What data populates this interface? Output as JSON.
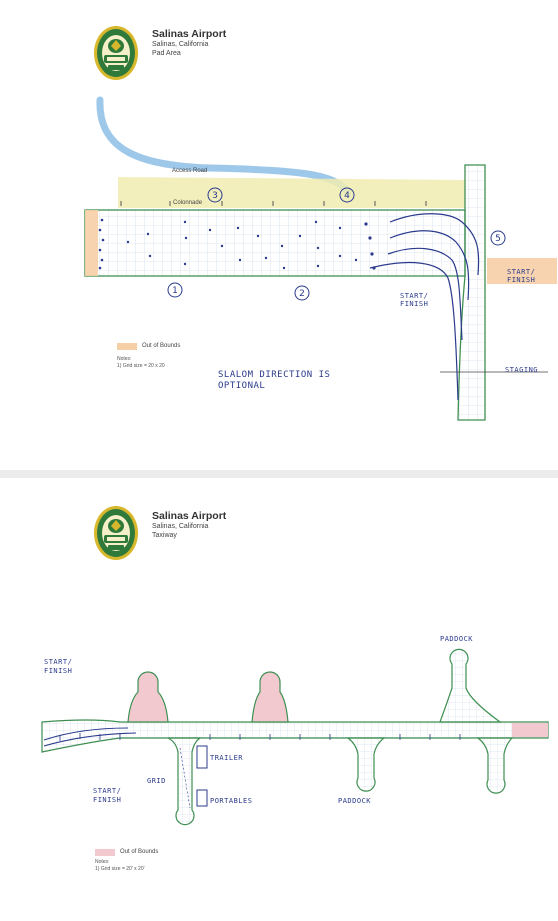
{
  "colors": {
    "paved": "#e3f4dc",
    "grid_line": "#c2d6e6",
    "edge": "#3e8f52",
    "access_road": "#9ec8ea",
    "colonnade": "#f0ecb0",
    "out_of_bounds_pad": "#f6cfa6",
    "out_of_bounds_taxi": "#f2c9cf",
    "handwriting": "#2b3a8c",
    "logo_green": "#2f7a3a",
    "logo_gold": "#d8b72c"
  },
  "pad_map": {
    "logo_icon": "lotus-club-logo-icon",
    "title": "Salinas Airport",
    "subtitle_city": "Salinas, California",
    "subtitle_area": "Pad Area",
    "labels": {
      "access_road": "Access Road",
      "colonnade": "Colonnade"
    },
    "stations": [
      "1",
      "2",
      "3",
      "4",
      "5"
    ],
    "legend_label": "Out of Bounds",
    "notes_heading": "Notes:",
    "notes_line": "1)  Grid size = 20 x 20",
    "handwritten": {
      "slalom_line1": "SLALOM DIRECTION IS",
      "slalom_line2": "OPTIONAL",
      "start_finish_right_1": "START/",
      "start_finish_right_2": "FINISH",
      "start_finish_mid_1": "START/",
      "start_finish_mid_2": "FINISH",
      "staging": "STAGING"
    }
  },
  "taxiway_map": {
    "logo_icon": "lotus-club-logo-icon",
    "title": "Salinas Airport",
    "subtitle_city": "Salinas, California",
    "subtitle_area": "Taxiway",
    "legend_label": "Out of Bounds",
    "notes_heading": "Notes:",
    "notes_line": "1)  Grid size = 20' x 20'",
    "handwritten": {
      "start_finish_top_1": "START/",
      "start_finish_top_2": "FINISH",
      "start_finish_bottom_1": "START/",
      "start_finish_bottom_2": "FINISH",
      "grid": "GRID",
      "trailer": "TRAILER",
      "portables": "PORTABLES",
      "paddock_top": "PADDOCK",
      "paddock_bottom": "PADDOCK"
    }
  }
}
